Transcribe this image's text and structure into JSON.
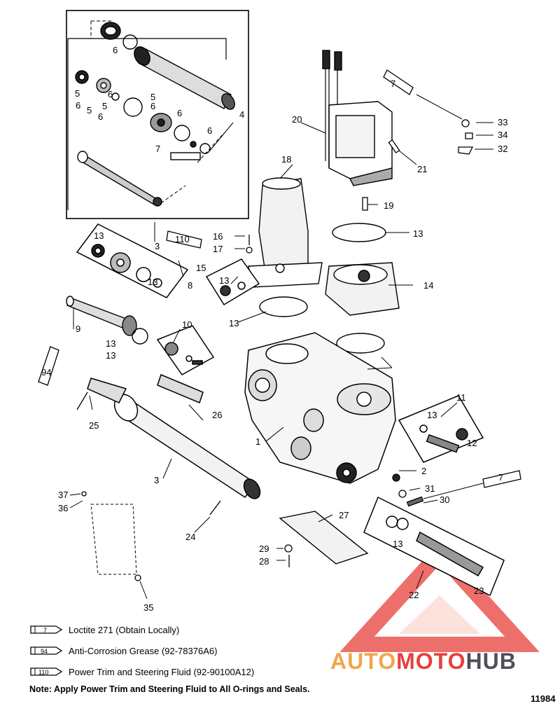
{
  "callouts": [
    "6",
    "6",
    "5",
    "6",
    "5",
    "5",
    "6",
    "5",
    "6",
    "6",
    "6",
    "4",
    "7",
    "18",
    "20",
    "7",
    "33",
    "34",
    "32",
    "21",
    "19",
    "3",
    "110",
    "16",
    "17",
    "13",
    "13",
    "14",
    "15",
    "13",
    "13",
    "8",
    "9",
    "13",
    "13",
    "10",
    "13",
    "94",
    "26",
    "25",
    "1",
    "11",
    "13",
    "12",
    "2",
    "3",
    "7",
    "31",
    "30",
    "37",
    "36",
    "27",
    "24",
    "13",
    "29",
    "28",
    "22",
    "23",
    "35"
  ],
  "legend": [
    {
      "code": "7",
      "text": "Loctite 271 (Obtain Locally)"
    },
    {
      "code": "94",
      "text": "Anti-Corrosion Grease (92-78376A6)"
    },
    {
      "code": "110",
      "text": "Power Trim  and Steering Fluid (92-90100A12)"
    }
  ],
  "note": "Note: Apply Power Trim and Steering Fluid to All O-rings and Seals.",
  "figure_number": "11984",
  "watermark": {
    "auto": "AUTO",
    "moto": "MOTO",
    "hub": "HUB"
  },
  "colors": {
    "watermark_red": "#e8403a",
    "watermark_orange": "#f2a64a",
    "watermark_dark": "#505058",
    "line": "#000000"
  }
}
